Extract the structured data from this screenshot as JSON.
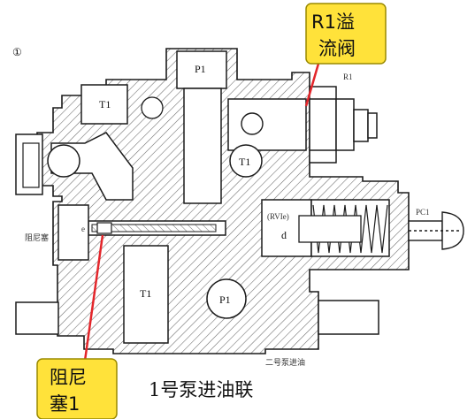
{
  "figure_number": "①",
  "ports": {
    "p1_top": "P1",
    "t1_upper_left": "T1",
    "t1_center": "T1",
    "t1_lower": "T1",
    "p1_lower": "P1",
    "r1": "R1",
    "pc1": "PC1",
    "d": "d",
    "e": "e"
  },
  "labels": {
    "damper_plug_side": "阻尼塞",
    "spring_marking": "(RVIe)",
    "bottom_note": "二号泵进油"
  },
  "callouts": {
    "relief_valve_line1": "R1溢",
    "relief_valve_line2": "流阀",
    "damper_line1": "阻尼",
    "damper_line2": "塞1"
  },
  "title": "1号泵进油联",
  "colors": {
    "callout_fill": "#ffe23a",
    "callout_border": "#9a8a00",
    "pointer": "#e3262b",
    "line": "#1b1b1b",
    "hatch": "#555555",
    "paper": "#ffffff"
  }
}
